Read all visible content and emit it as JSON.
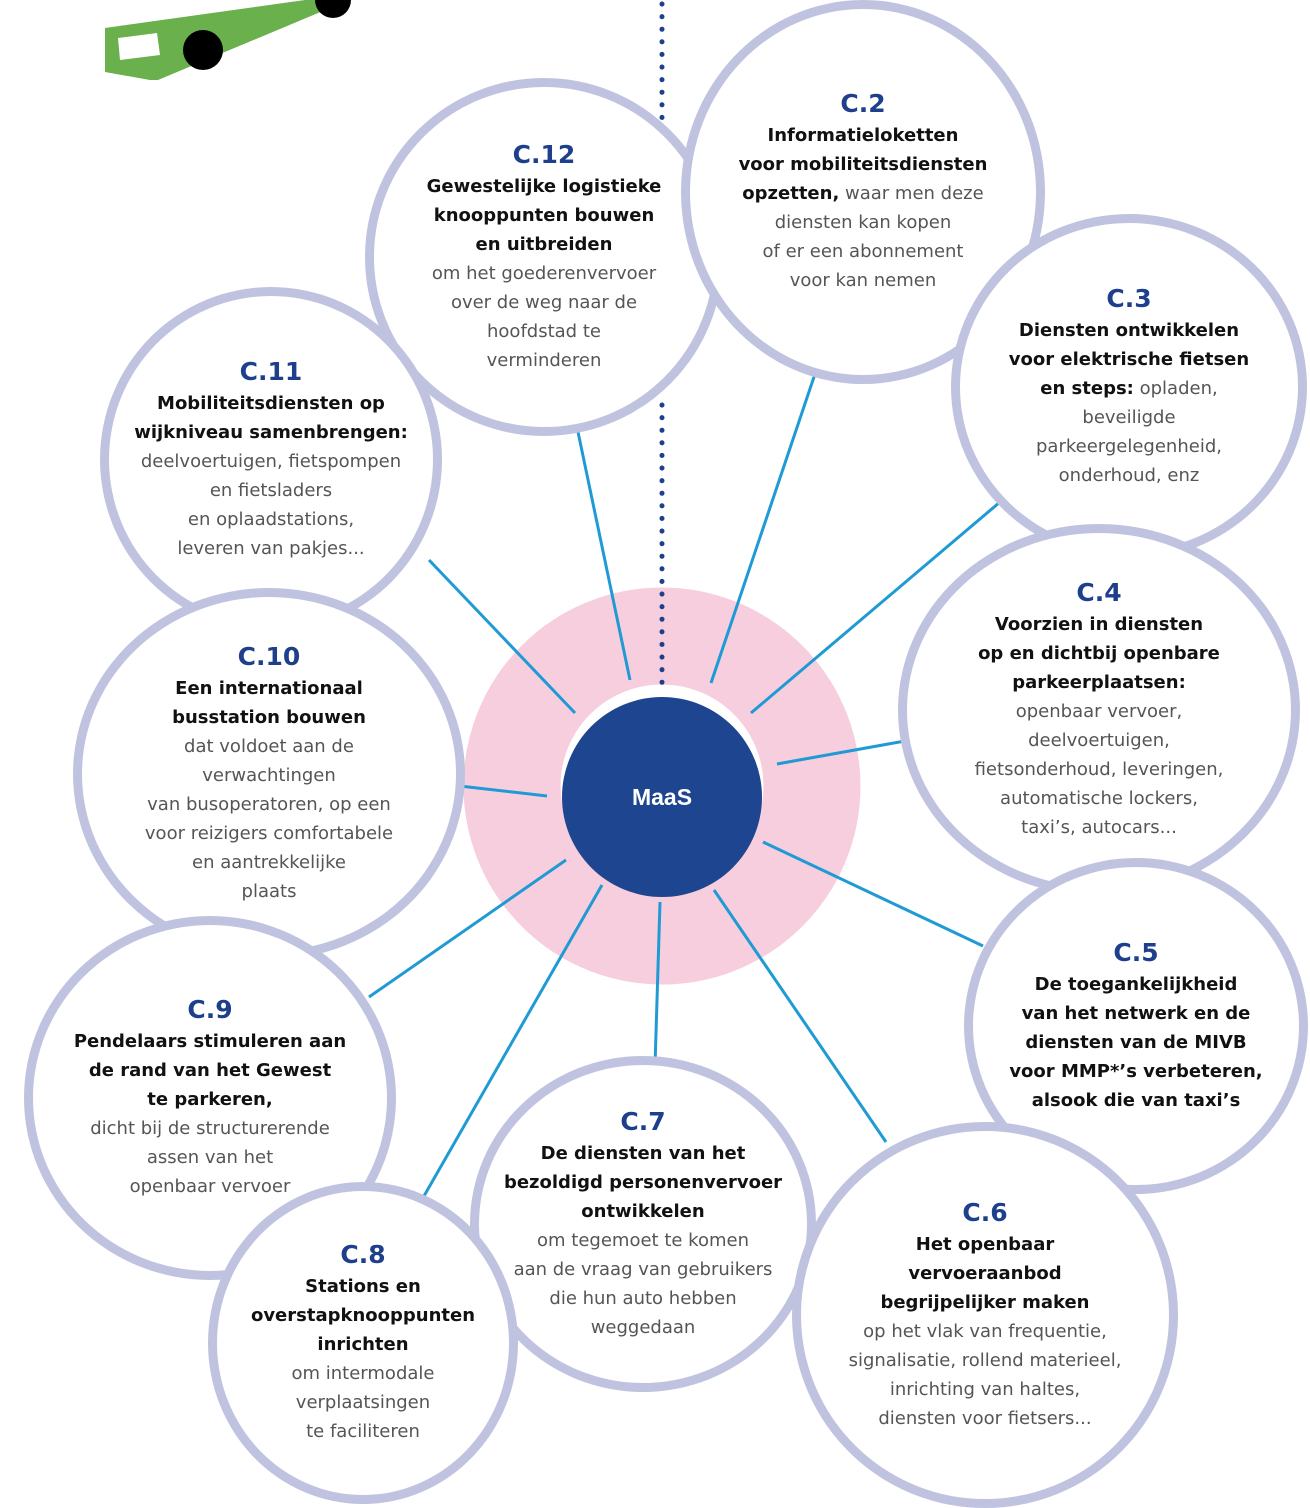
{
  "colors": {
    "ring": "#f7cedd",
    "hub": "#1e4590",
    "spoke": "#1f9ad4",
    "circle_border": "#c0c3e0",
    "code": "#1e3f8c",
    "vehicle": "#6ab04c"
  },
  "hub": {
    "label": "MaaS"
  },
  "measures": [
    {
      "code": "C.2",
      "title": "Informatieloketten\nvoor mobiliteitsdiensten\nopzetten,",
      "desc": " waar men deze\ndiensten kan kopen\nof er een abonnement\nvoor kan nemen"
    },
    {
      "code": "C.3",
      "title": "Diensten ontwikkelen\nvoor elektrische fietsen\nen steps:",
      "desc": " opladen,\nbeveiligde\nparkeergelegenheid,\nonderhoud, enz"
    },
    {
      "code": "C.4",
      "title": "Voorzien in diensten\nop en dichtbij openbare\nparkeerplaatsen:",
      "desc": "\nopenbaar vervoer,\ndeelvoertuigen,\nfietsonderhoud, leveringen,\nautomatische lockers,\ntaxi’s, autocars..."
    },
    {
      "code": "C.5",
      "title": "De toegankelijkheid\nvan het netwerk en de\ndiensten van de MIVB\nvoor MMP*’s verbeteren,\nalsook die van taxi’s",
      "desc": ""
    },
    {
      "code": "C.6",
      "title": "Het openbaar\nvervoeraanbod\nbegrijpelijker maken",
      "desc": "\nop het vlak van frequentie,\nsignalisatie, rollend materieel,\ninrichting van haltes,\ndiensten voor fietsers..."
    },
    {
      "code": "C.7",
      "title": "De diensten van het\nbezoldigd personenvervoer\nontwikkelen",
      "desc": "\nom tegemoet te komen\naan de vraag van gebruikers\ndie hun auto hebben\nweggedaan"
    },
    {
      "code": "C.8",
      "title": "Stations en\noverstapknooppunten\ninrichten",
      "desc": "\nom intermodale\nverplaatsingen\nte faciliteren"
    },
    {
      "code": "C.9",
      "title": "Pendelaars stimuleren aan\nde rand van het Gewest\nte parkeren,",
      "desc": "\ndicht bij de structurerende\nassen van het\nopenbaar vervoer"
    },
    {
      "code": "C.10",
      "title": "Een internationaal\nbusstation bouwen",
      "desc": "\ndat voldoet aan de\nverwachtingen\nvan busoperatoren, op een\nvoor reizigers comfortabele\nen aantrekkelijke\nplaats"
    },
    {
      "code": "C.11",
      "title": "Mobiliteitsdiensten op\nwijkniveau samenbrengen:",
      "desc": "\ndeelvoertuigen, fietspompen\nen fietsladers\nen oplaadstations,\nleveren van pakjes..."
    },
    {
      "code": "C.12",
      "title": "Gewestelijke logistieke\nknooppunten bouwen\nen uitbreiden",
      "desc": "\nom het goederenvervoer\nover de weg naar de\nhoofdstad te\nverminderen"
    }
  ]
}
